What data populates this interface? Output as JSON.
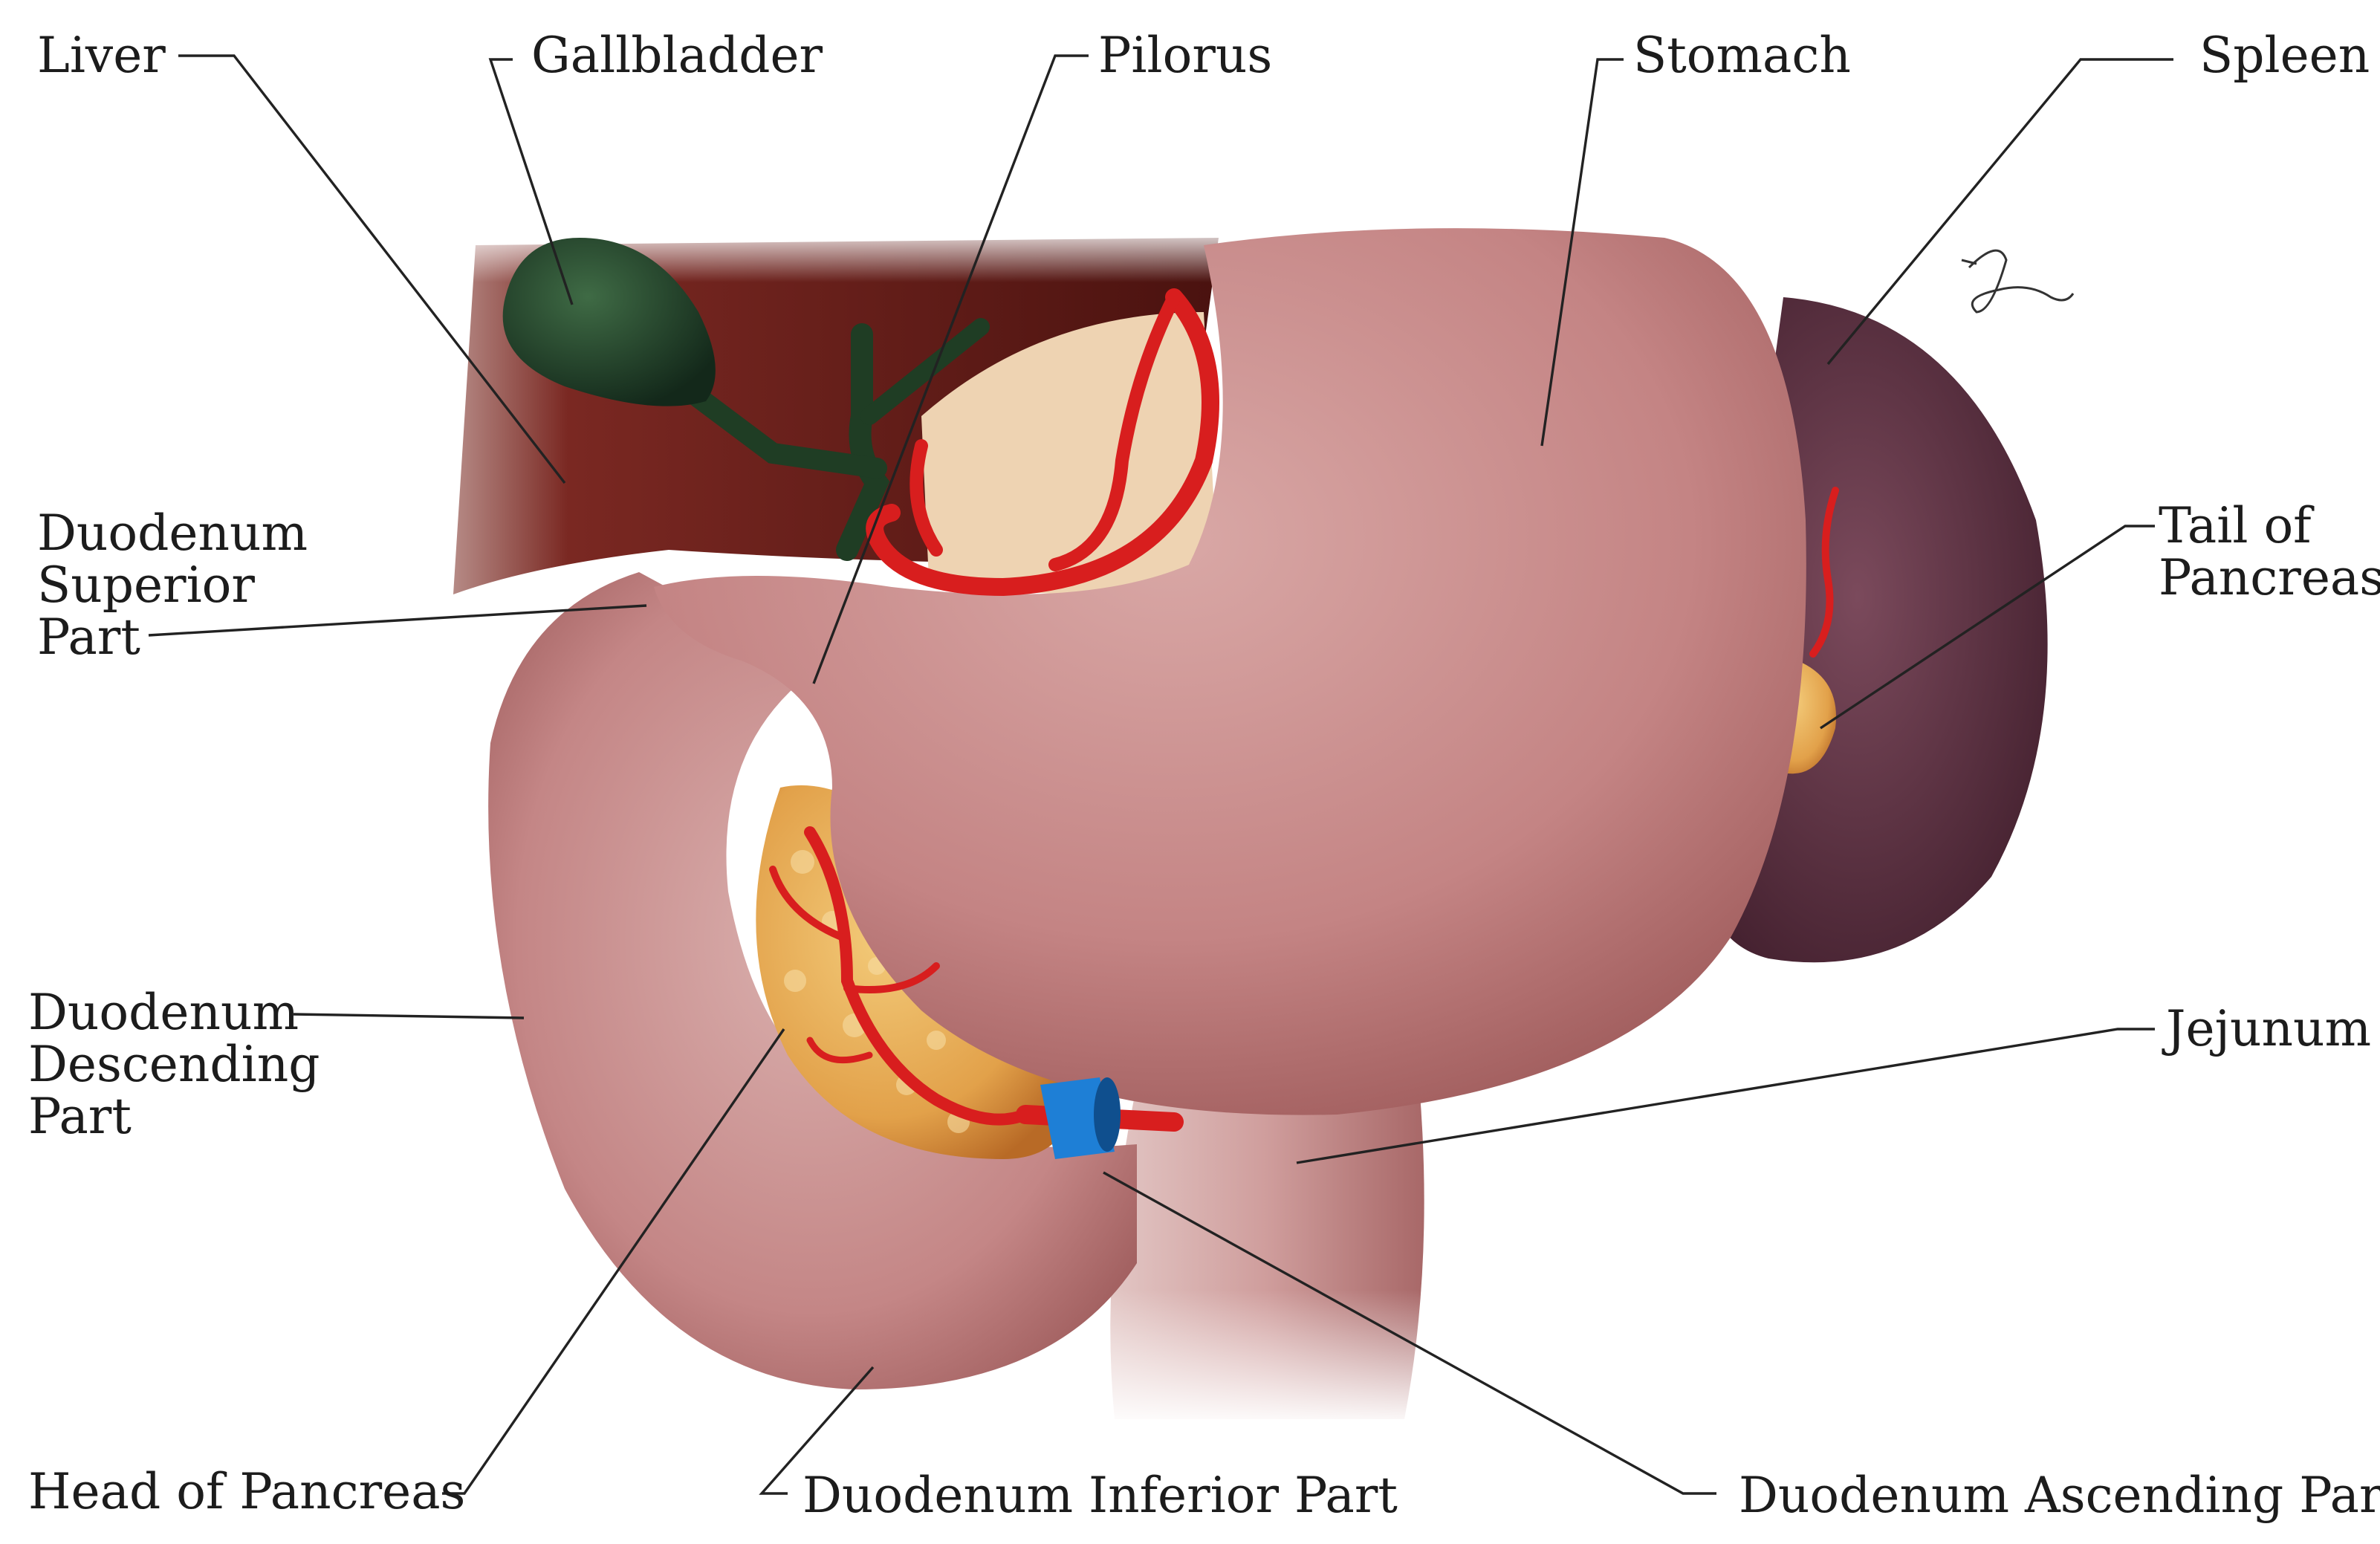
{
  "labels": {
    "liver": "Liver",
    "gallbladder": "Gallbladder",
    "pilorus": "Pilorus",
    "stomach": "Stomach",
    "spleen": "Spleen",
    "duodenum_superior": [
      "Duodenum",
      "Superior",
      "Part"
    ],
    "tail_of_pancreas": [
      "Tail of",
      "Pancreas"
    ],
    "duodenum_descending": [
      "Duodenum",
      "Descending",
      "Part"
    ],
    "jejunum": "Jejunum",
    "head_of_pancreas": "Head of Pancreas",
    "duodenum_inferior": "Duodenum Inferior Part",
    "duodenum_ascending": "Duodenum Ascending Part"
  },
  "colors": {
    "liver": "#6e1e1a",
    "gallbladder": "#1f3d24",
    "stomach": "#c48484",
    "duodenum": "#c48686",
    "spleen": "#4f2636",
    "pancreas": "#e4a64a",
    "artery": "#d81e1e",
    "vein": "#1e7fd6",
    "omentum": "#eed3b2",
    "jejunum": "#cf9d9c"
  }
}
